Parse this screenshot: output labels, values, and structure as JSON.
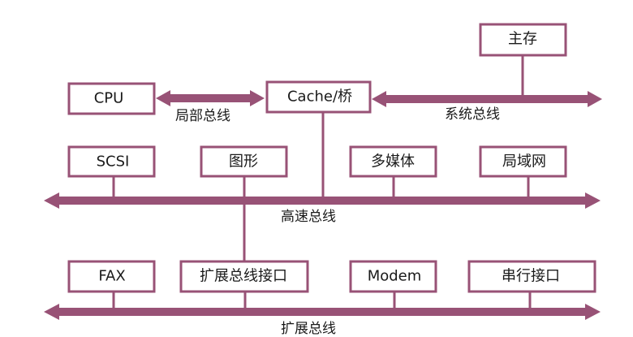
{
  "colors": {
    "accent": "#985276",
    "text": "#1a1a1a",
    "background": "#ffffff"
  },
  "components": {
    "cpu": "CPU",
    "cache_bridge": "Cache/桥",
    "main_memory": "主存",
    "scsi": "SCSI",
    "graphics": "图形",
    "multimedia": "多媒体",
    "lan": "局域网",
    "fax": "FAX",
    "expansion_bus_interface": "扩展总线接口",
    "modem": "Modem",
    "serial_interface": "串行接口"
  },
  "buses": {
    "local_bus": "局部总线",
    "system_bus": "系统总线",
    "high_speed_bus": "高速总线",
    "expansion_bus": "扩展总线"
  }
}
